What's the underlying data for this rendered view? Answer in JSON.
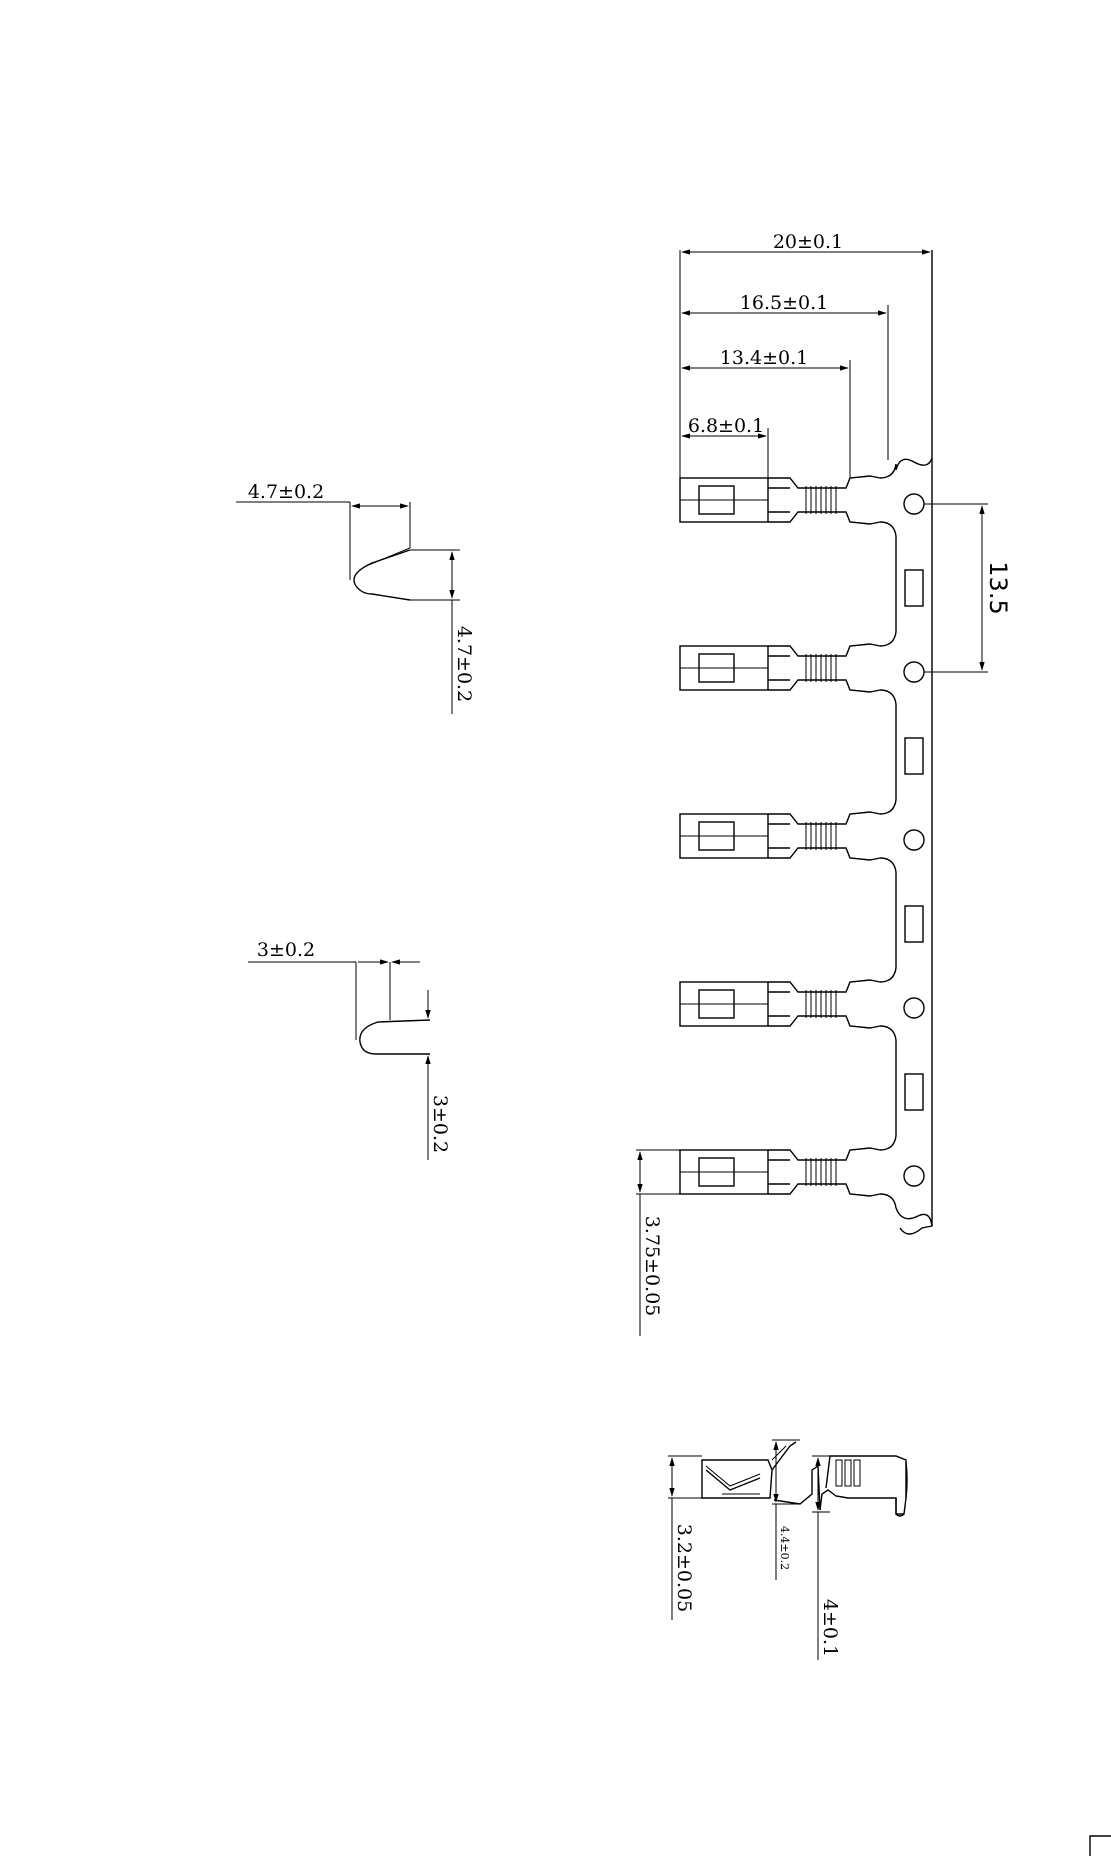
{
  "dimensions": {
    "overall_length": "20±0.1",
    "length_16_5": "16.5±0.1",
    "length_13_4": "13.4±0.1",
    "length_6_8": "6.8±0.1",
    "pitch": "13.5",
    "width_top_bend": "4.7±0.2",
    "height_top_bend": "4.7±0.2",
    "width_mid_bend": "3±0.2",
    "height_mid_bend": "3±0.2",
    "terminal_width": "3.75±0.05",
    "side_height_3_2": "3.2±0.05",
    "side_height_4_4": "4.4±0.2",
    "side_height_4": "4±0.1"
  },
  "terminal_count": 5
}
